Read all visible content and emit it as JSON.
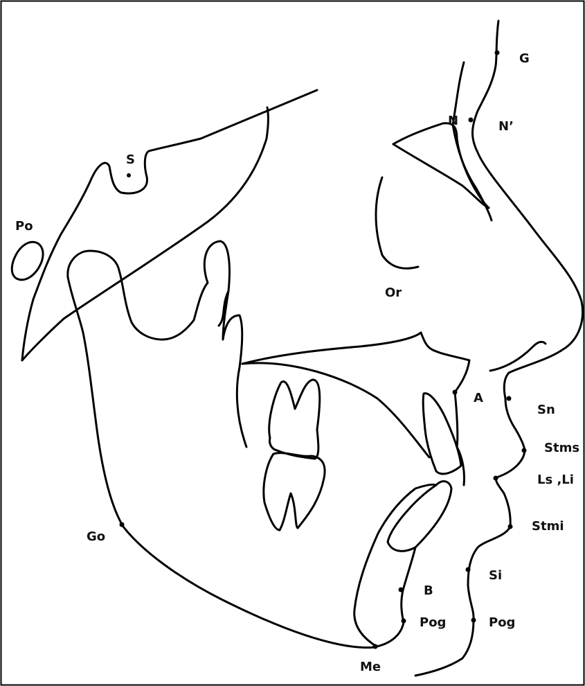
{
  "landmarks": {
    "G": "G",
    "N": "N",
    "N_soft": "N’",
    "S": "S",
    "Po": "Po",
    "Or": "Or",
    "A": "A",
    "Sn": "Sn",
    "Stms": "Stms",
    "Ls_Li": "Ls ,Li",
    "Stmi": "Stmi",
    "Go": "Go",
    "Si": "Si",
    "B": "B",
    "Pog": "Pog",
    "Pog_soft": "Pog",
    "Me": "Me"
  }
}
